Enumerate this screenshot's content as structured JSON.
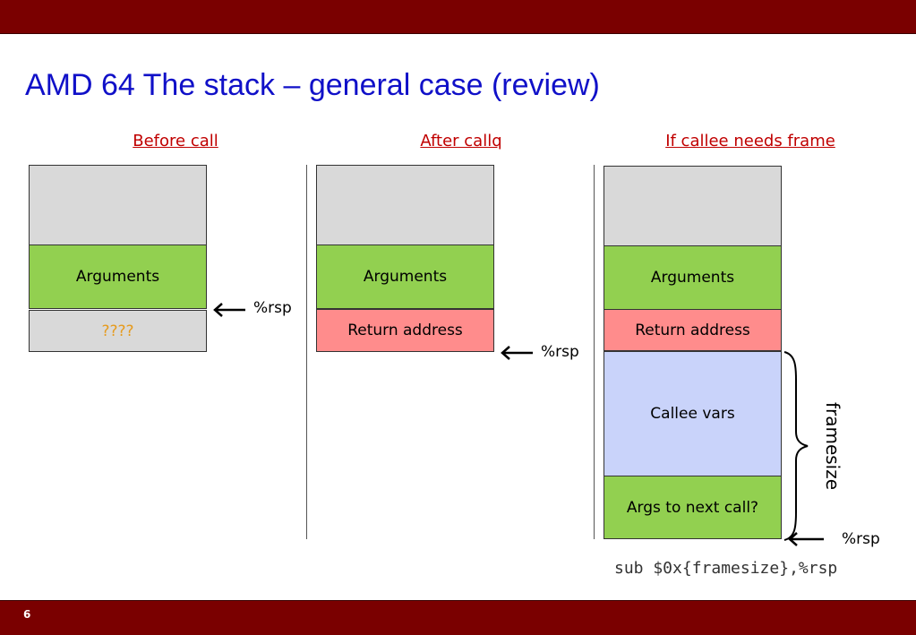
{
  "slide": {
    "title": "AMD 64 The stack – general case (review)",
    "page_number": "6",
    "command": "sub $0x{framesize},%rsp",
    "framesize_label": "framesize"
  },
  "columns": [
    {
      "heading": "Before call",
      "blocks": [
        "",
        "Arguments",
        "????"
      ],
      "rsp_label": "%rsp"
    },
    {
      "heading": "After callq",
      "blocks": [
        "",
        "Arguments",
        "Return address"
      ],
      "rsp_label": "%rsp"
    },
    {
      "heading": "If callee needs frame",
      "blocks": [
        "",
        "Arguments",
        "Return address",
        "Callee vars",
        "Args to next call?"
      ],
      "rsp_label": "%rsp"
    }
  ],
  "colors": {
    "header_bar": "#7a0000",
    "title": "#1010c8",
    "column_heading": "#c00000",
    "gray_block": "#d9d9d9",
    "arguments_block": "#92d050",
    "return_address_block": "#ff8c8c",
    "callee_vars_block": "#c9d3fa",
    "unknown_text": "#e69b1e"
  }
}
